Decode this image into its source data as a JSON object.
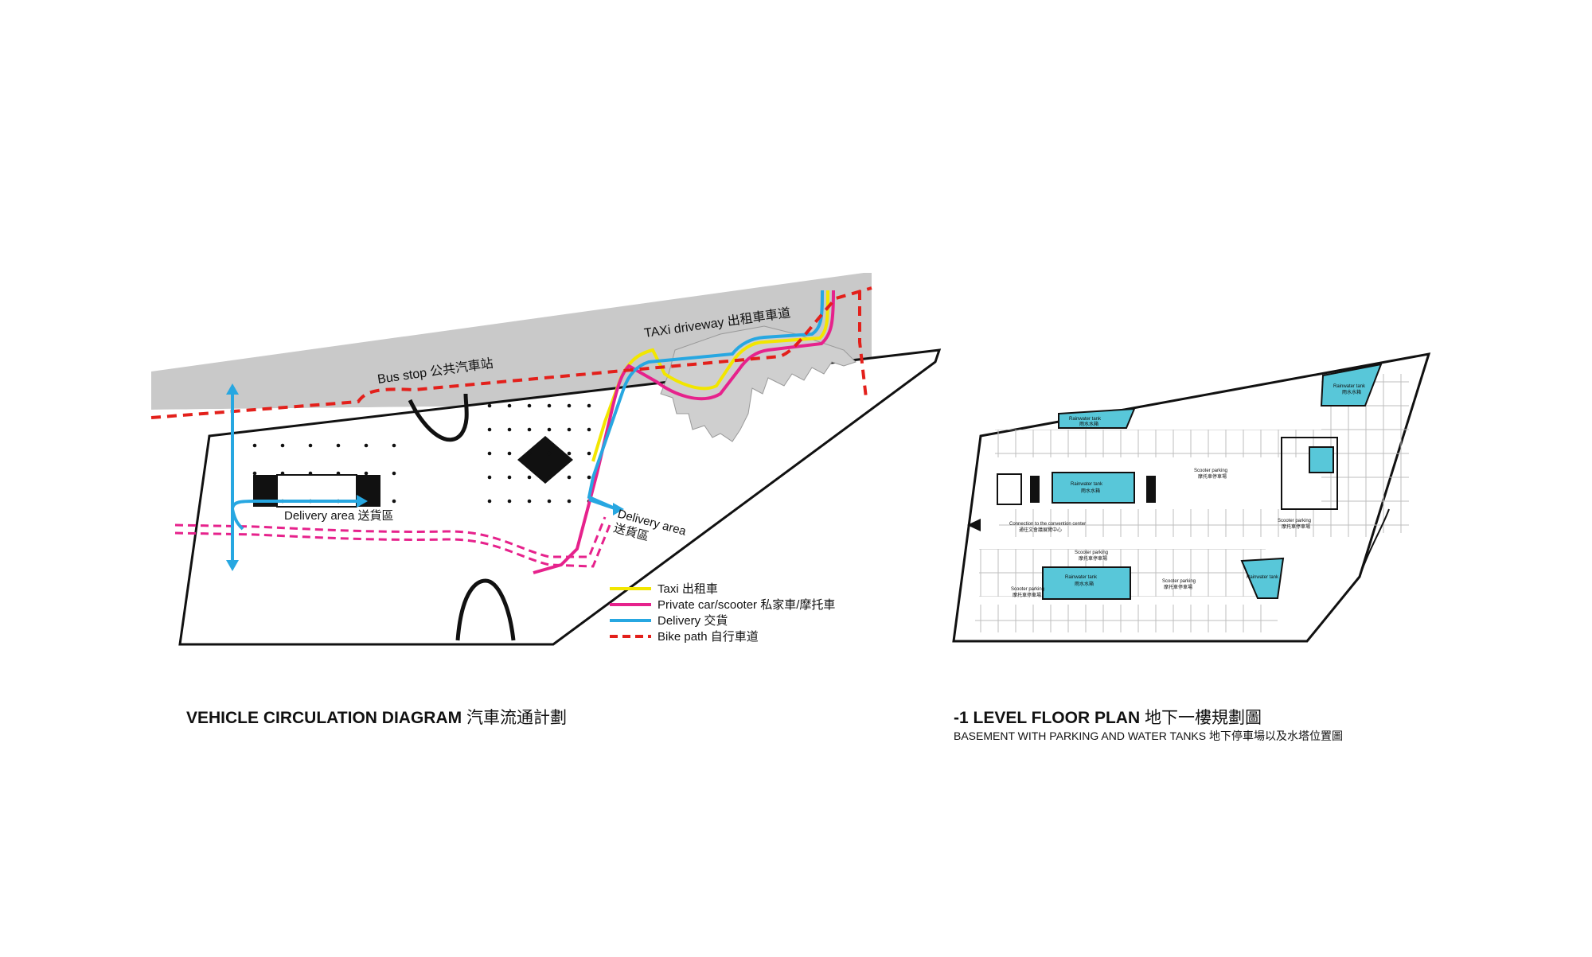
{
  "colors": {
    "taxi": "#f2e600",
    "private": "#e6228c",
    "delivery": "#27a7e1",
    "bike": "#e3201b",
    "road": "#c9c9c9",
    "tank": "#58c7d9"
  },
  "left_diagram": {
    "labels": {
      "bus_stop": "Bus stop 公共汽車站",
      "taxi_driveway": "TAXi driveway 出租車車道",
      "delivery_area_1": "Delivery area 送貨區",
      "delivery_area_2_line1": "Delivery area",
      "delivery_area_2_line2": "送貨區"
    },
    "legend": [
      {
        "label": "Taxi 出租車",
        "color_key": "taxi",
        "style": "solid"
      },
      {
        "label": "Private car/scooter 私家車/摩托車",
        "color_key": "private",
        "style": "solid"
      },
      {
        "label": "Delivery 交貨",
        "color_key": "delivery",
        "style": "solid"
      },
      {
        "label": "Bike path 自行車道",
        "color_key": "bike",
        "style": "dashed"
      }
    ],
    "caption": {
      "bold": "VEHICLE CIRCULATION DIAGRAM",
      "chinese": "汽車流通計劃"
    }
  },
  "right_plan": {
    "labels": {
      "rainwater_tank": "Rainwater tank",
      "rainwater_tank_cn": "雨水水箱",
      "scooter_parking": "Scooter parking",
      "scooter_parking_cn": "摩托車停車場",
      "connection": "Connection to the convention center",
      "connection_cn": "通往文會議展覽中心"
    },
    "caption": {
      "bold": "-1 LEVEL FLOOR PLAN",
      "chinese": "地下一樓規劃圖",
      "sub": "BASEMENT WITH PARKING AND WATER TANKS 地下停車場以及水塔位置圖"
    }
  }
}
